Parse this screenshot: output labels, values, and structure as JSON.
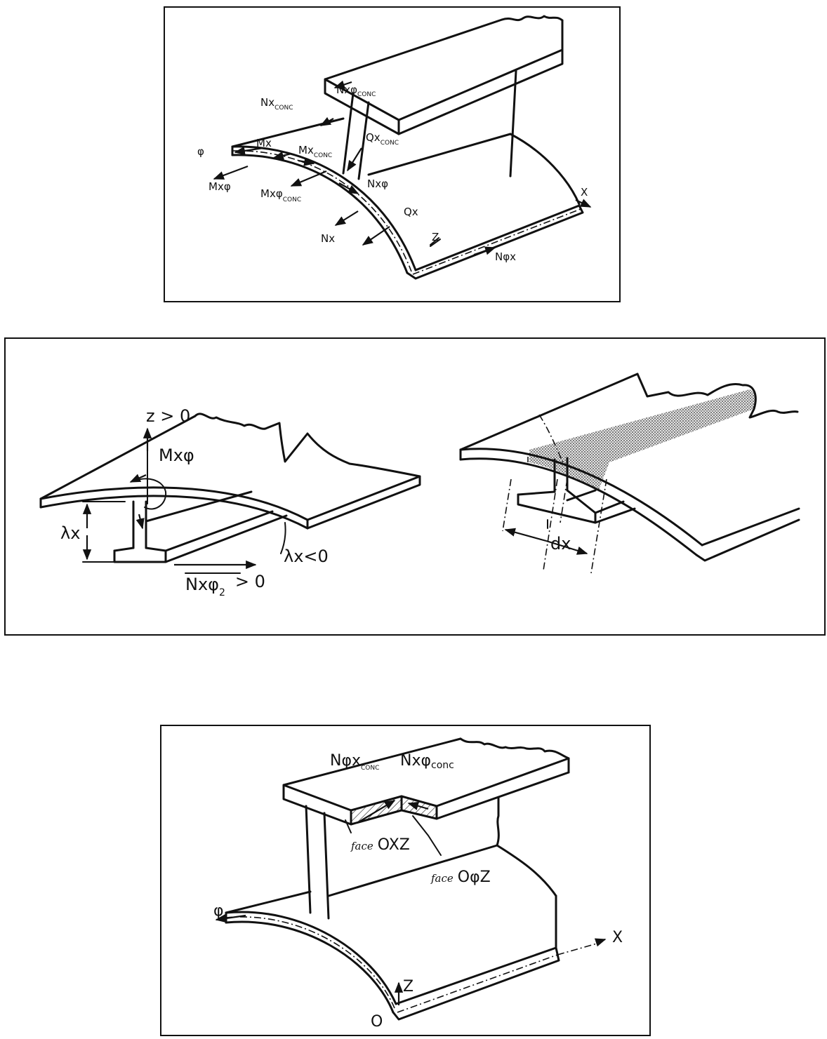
{
  "top": {
    "labels": {
      "nxphi_conc_top": {
        "main": "Nxφ",
        "sub": "CONC"
      },
      "nx_conc": {
        "main": "Nx",
        "sub": "CONC"
      },
      "phi": "φ",
      "mx": "Mx",
      "mx_conc": {
        "main": "Mx",
        "sub": "CONC"
      },
      "qx_conc": {
        "main": "Qx",
        "sub": "CONC"
      },
      "mxphi": "Mxφ",
      "mxphi_conc": {
        "main": "Mxφ",
        "sub": "CONC"
      },
      "nxphi": "Nxφ",
      "qx": "Qx",
      "nx": "Nx",
      "x": "X",
      "z": "Z",
      "nphix": "Nφx"
    }
  },
  "middle": {
    "labels": {
      "zgt0": "z > 0",
      "mxphi": "Mxφ",
      "lambdax": "λx",
      "lambdax_lt0": "λx<0",
      "nxphi2": {
        "main": "Nxφ",
        "sub": "2",
        "suffix": "> 0"
      },
      "dx": "dx"
    }
  },
  "bottom": {
    "labels": {
      "nphix_conc": {
        "main": "Nφx",
        "sub": "CONC"
      },
      "nxphi_conc": {
        "main": "Nxφ",
        "sub": "conc"
      },
      "face_oxz": {
        "prefix": "face",
        "main": "OXZ"
      },
      "face_ophiz": {
        "prefix": "face",
        "main": "OφZ"
      },
      "x": "X",
      "phi": "φ",
      "z": "Z",
      "o": "O"
    }
  }
}
